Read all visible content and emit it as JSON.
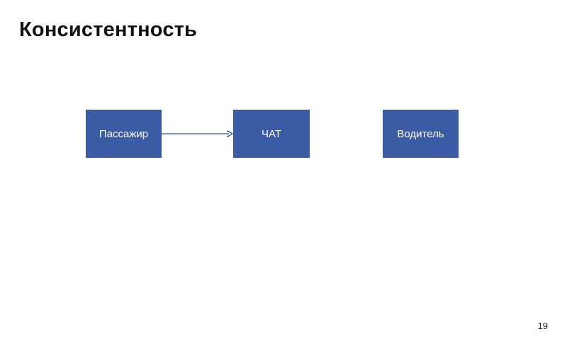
{
  "slide": {
    "title": "Консистентность",
    "page_number": "19"
  },
  "diagram": {
    "nodes": [
      {
        "id": "passenger",
        "label": "Пассажир"
      },
      {
        "id": "chat",
        "label": "ЧАТ"
      },
      {
        "id": "driver",
        "label": "Водитель"
      }
    ],
    "edges": [
      {
        "from": "passenger",
        "to": "chat",
        "type": "arrow"
      }
    ],
    "colors": {
      "node_fill": "#3B5CA4",
      "node_text": "#FFFFFF",
      "arrow": "#2E5395",
      "title": "#111111",
      "page_number": "#222222"
    }
  }
}
